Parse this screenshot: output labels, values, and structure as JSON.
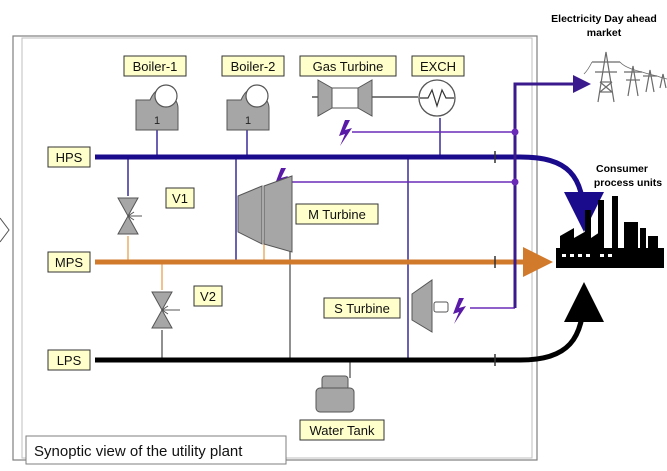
{
  "caption": "Synoptic view of the utility plant",
  "market": {
    "line1": "Electricity Day ahead",
    "line2": "market"
  },
  "consumer": {
    "line1": "Consumer",
    "line2": "process units"
  },
  "headers": {
    "hps": "HPS",
    "mps": "MPS",
    "lps": "LPS"
  },
  "equipment": {
    "boiler1": "Boiler-1",
    "boiler2": "Boiler-2",
    "gas_turbine": "Gas Turbine",
    "exch": "EXCH",
    "v1": "V1",
    "v2": "V2",
    "m_turbine": "M Turbine",
    "s_turbine": "S Turbine",
    "water_tank": "Water Tank",
    "boiler_unit": "1"
  },
  "colors": {
    "hps_line": "#1a0a8c",
    "mps_line": "#d27a2c",
    "lps_line": "#000000",
    "power_line": "#6a2bb8",
    "equipment": "#a6a6a6",
    "label_bg": "#ffffcc"
  }
}
